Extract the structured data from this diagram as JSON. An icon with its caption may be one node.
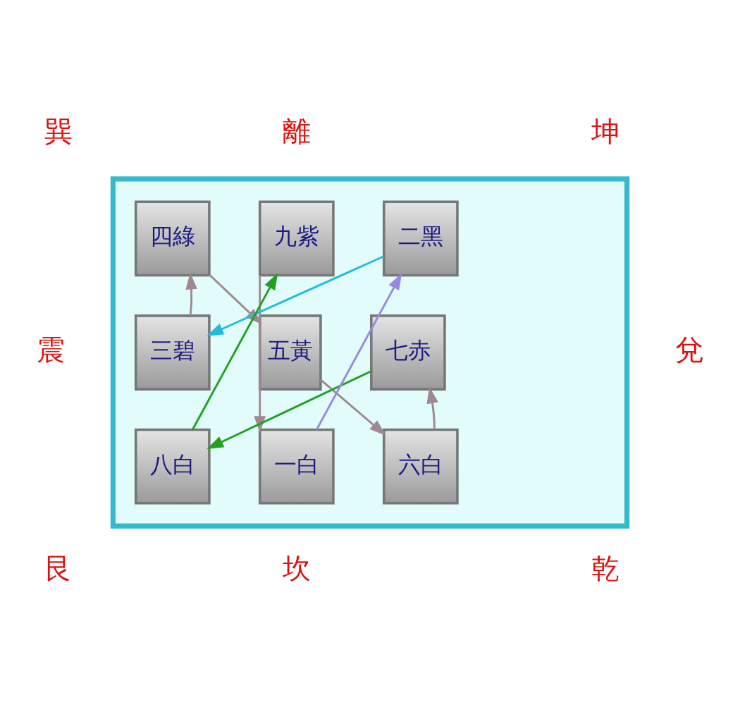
{
  "diagram": {
    "nodes": [
      {
        "text": [],
        "shape": "box"
      },
      {
        "text": [
          "四綠"
        ],
        "in": 0
      },
      {
        "text": [
          "九紫"
        ],
        "in": 0
      },
      {
        "text": [
          "二黑"
        ],
        "in": 0
      },
      {
        "text": [
          "三碧"
        ],
        "in": 0
      },
      {
        "text": [
          "五黃"
        ],
        "in": 0
      },
      {
        "text": [
          "七赤"
        ],
        "in": 0
      },
      {
        "text": [
          "八白"
        ],
        "in": 0
      },
      {
        "text": [
          "一白"
        ],
        "in": 0
      },
      {
        "text": [
          "六白"
        ],
        "in": 0
      }
    ],
    "edges": [
      {
        "from": 5,
        "to": 9,
        "arrow": "to"
      },
      {
        "from": 9,
        "to": 6,
        "arrow": "to"
      },
      {
        "from": 6,
        "to": 7,
        "arrow": "to",
        "color": "#22a022"
      },
      {
        "from": 7,
        "to": 2,
        "arrow": "to",
        "color": "#22a022"
      },
      {
        "from": 2,
        "to": 8,
        "arrow": "to"
      },
      {
        "from": 8,
        "to": 3,
        "arrow": "to",
        "color": "#9988dd"
      },
      {
        "from": 3,
        "to": 4,
        "arrow": "to",
        "color": "#22bbdd"
      },
      {
        "from": 4,
        "to": 1,
        "arrow": "to"
      },
      {
        "from": 1,
        "to": 5,
        "arrow": "to"
      }
    ],
    "labels": [
      "巽",
      "離",
      "坤",
      "震",
      "兌",
      "艮",
      "坎",
      "乾"
    ]
  }
}
